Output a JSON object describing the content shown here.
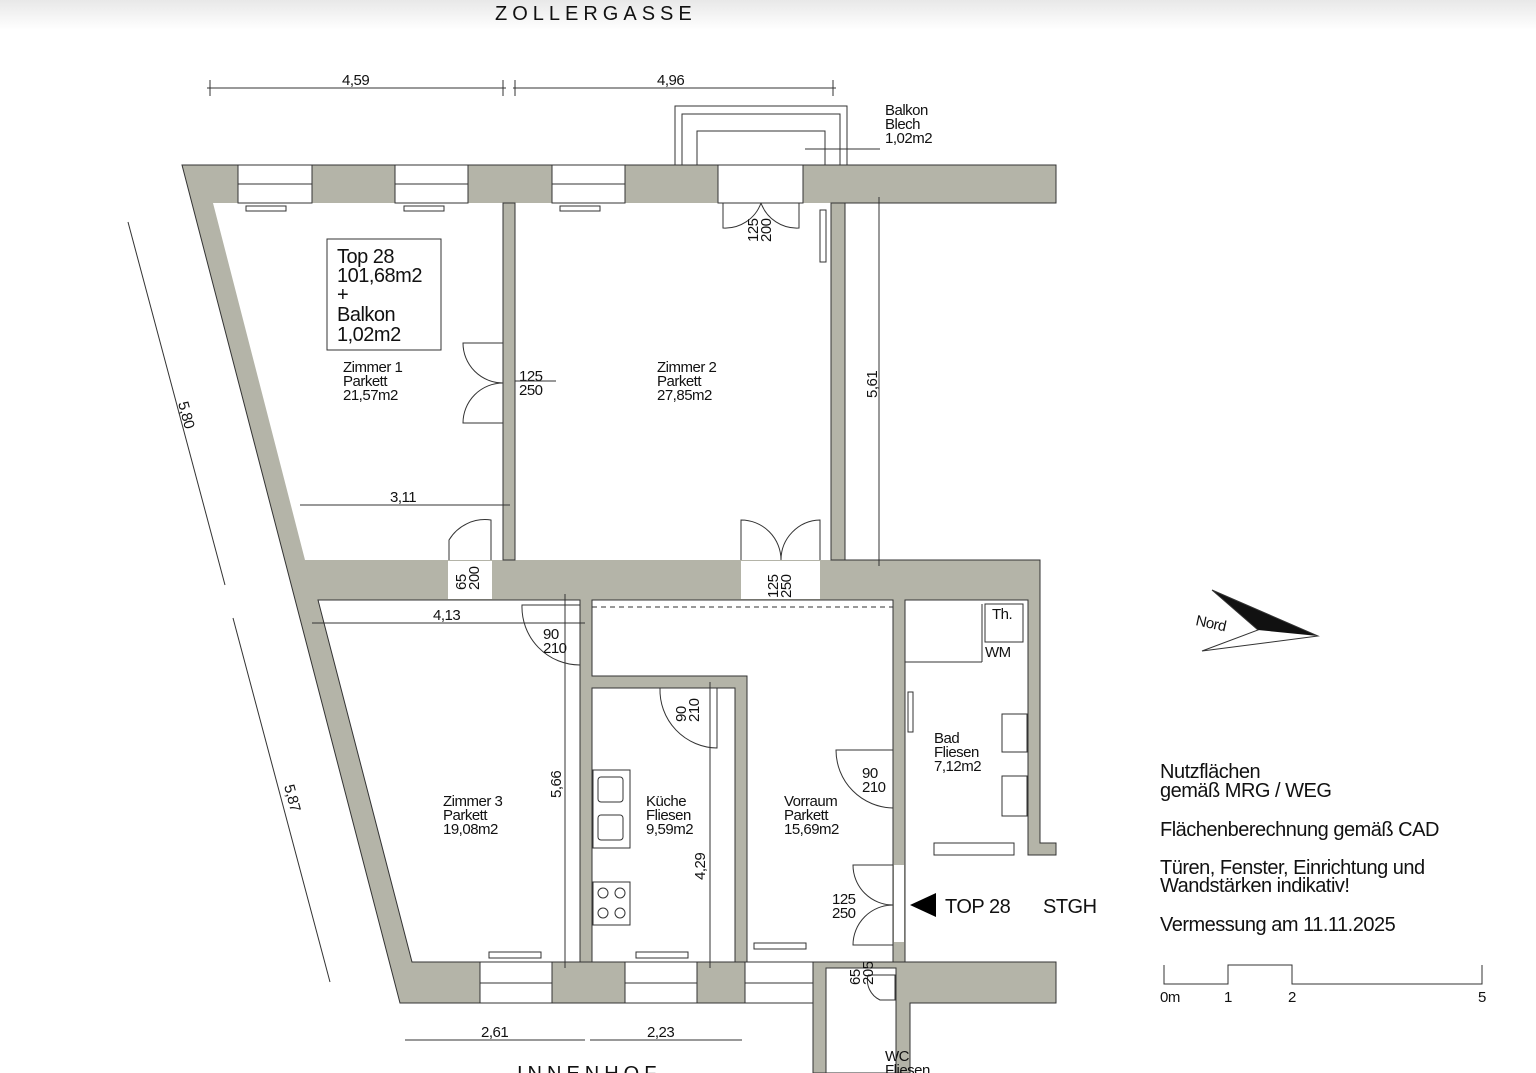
{
  "streets": {
    "top": "ZOLLERGASSE",
    "bottom": "INNENHOF"
  },
  "unit_box": {
    "line1": "Top 28",
    "line2": "101,68m2",
    "line3": "+",
    "line4": "Balkon",
    "line5": "1,02m2"
  },
  "balcony": {
    "name": "Balkon",
    "floor": "Blech",
    "area": "1,02m2"
  },
  "rooms": [
    {
      "name": "Zimmer 1",
      "floor": "Parkett",
      "area": "21,57m2"
    },
    {
      "name": "Zimmer 2",
      "floor": "Parkett",
      "area": "27,85m2"
    },
    {
      "name": "Zimmer 3",
      "floor": "Parkett",
      "area": "19,08m2"
    },
    {
      "name": "Küche",
      "floor": "Fliesen",
      "area": "9,59m2"
    },
    {
      "name": "Vorraum",
      "floor": "Parkett",
      "area": "15,69m2"
    },
    {
      "name": "Bad",
      "floor": "Fliesen",
      "area": "7,12m2"
    },
    {
      "name": "WC",
      "floor": "Fliesen"
    }
  ],
  "dimensions": {
    "top_left": "4,59",
    "top_right": "4,96",
    "left_upper": "5,80",
    "left_lower": "5,87",
    "zimmer1_width": "3,11",
    "zimmer2_height": "5,61",
    "zimmer3_width": "4,13",
    "zimmer3_height": "5,66",
    "kueche_height": "4,29",
    "bottom_left": "2,61",
    "bottom_right": "2,23"
  },
  "doors": [
    {
      "w": "125",
      "h": "200"
    },
    {
      "w": "125",
      "h": "250"
    },
    {
      "w": "65",
      "h": "200"
    },
    {
      "w": "125",
      "h": "250"
    },
    {
      "w": "90",
      "h": "210"
    },
    {
      "w": "90",
      "h": "210"
    },
    {
      "w": "90",
      "h": "210"
    },
    {
      "w": "125",
      "h": "250"
    },
    {
      "w": "65",
      "h": "205"
    }
  ],
  "fixtures": {
    "thermostat": "Th.",
    "washing_machine": "WM"
  },
  "entrance": {
    "label": "TOP 28",
    "stair": "STGH"
  },
  "north": {
    "label": "Nord",
    "icon": "north-arrow-icon"
  },
  "notes": {
    "line1": "Nutzflächen",
    "line2": "gemäß MRG / WEG",
    "line3": "Flächenberechnung gemäß CAD",
    "line4": "Türen, Fenster, Einrichtung und",
    "line5": "Wandstärken indikativ!",
    "line6": "Vermessung am 11.11.2025"
  },
  "scale_bar": {
    "ticks": [
      "0m",
      "1",
      "2",
      "5"
    ]
  },
  "colors": {
    "wall": "#b4b4a8",
    "background": "#ffffff"
  }
}
